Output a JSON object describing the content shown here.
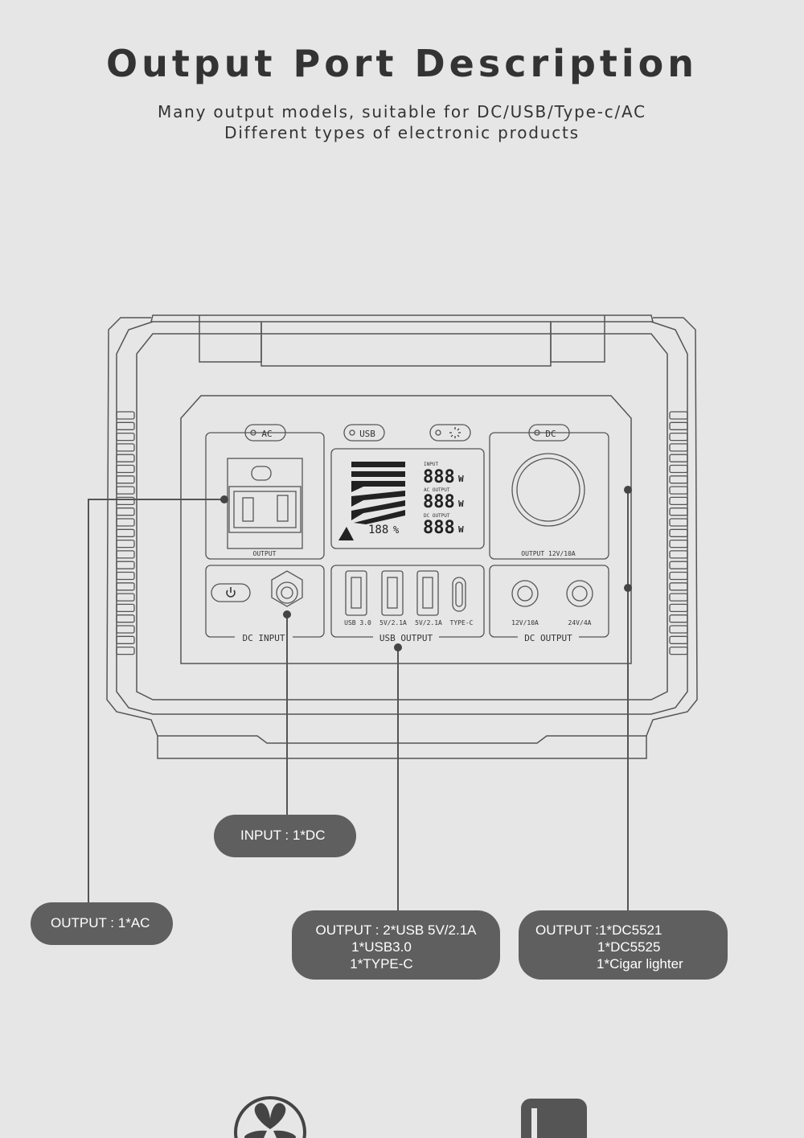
{
  "header": {
    "title": "Output Port Description",
    "subtitle_line1": "Many output models, suitable for DC/USB/Type-c/AC",
    "subtitle_line2": "Different types of electronic products"
  },
  "device": {
    "buttons": {
      "ac": "AC",
      "usb": "USB",
      "dc": "DC"
    },
    "ac_outlet_label": "OUTPUT",
    "dc_socket_label": "OUTPUT 12V/10A",
    "display": {
      "input_label": "INPUT",
      "ac_output_label": "AC OUTPUT",
      "dc_output_label": "DC OUTPUT",
      "digits": "888",
      "unit": "W",
      "battery_digits": "188",
      "percent": "%"
    },
    "sections": {
      "dc_input": "DC INPUT",
      "usb_output": "USB OUTPUT",
      "dc_output": "DC OUTPUT"
    },
    "usb_ports": [
      "USB 3.0",
      "5V/2.1A",
      "5V/2.1A",
      "TYPE-C"
    ],
    "dc_ports": [
      "12V/10A",
      "24V/4A"
    ]
  },
  "callouts": {
    "input": "INPUT : 1*DC",
    "ac": "OUTPUT : 1*AC",
    "usb": {
      "line1": "OUTPUT : 2*USB 5V/2.1A",
      "line2": "1*USB3.0",
      "line3": "1*TYPE-C"
    },
    "dc": {
      "line1": "OUTPUT :1*DC5521",
      "line2": "1*DC5525",
      "line3": "1*Cigar lighter"
    }
  },
  "colors": {
    "background": "#e6e6e6",
    "pill": "#5f5f5f",
    "line": "#555555"
  },
  "icons": [
    "power-icon",
    "light-icon",
    "fan-icon",
    "switch-icon"
  ]
}
